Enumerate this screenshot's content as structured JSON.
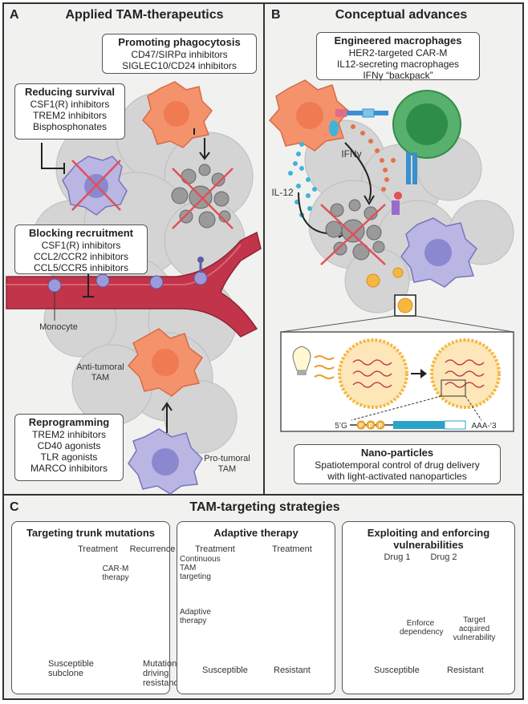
{
  "panelA": {
    "letter": "A",
    "title": "Applied TAM-therapeutics",
    "phagocytosis": {
      "heading": "Promoting phagocytosis",
      "lines": [
        "CD47/SIRPα inhibitors",
        "SIGLEC10/CD24 inhibitors"
      ]
    },
    "survival": {
      "heading": "Reducing survival",
      "lines": [
        "CSF1(R) inhibitors",
        "TREM2 inhibitors",
        "Bisphosphonates"
      ]
    },
    "recruitment": {
      "heading": "Blocking recruitment",
      "lines": [
        "CSF1(R) inhibitors",
        "CCL2/CCR2 inhibitors",
        "CCL5/CCR5 inhibitors"
      ]
    },
    "reprogramming": {
      "heading": "Reprogramming",
      "lines": [
        "TREM2 inhibitors",
        "CD40 agonists",
        "TLR agonists",
        "MARCO inhibitors"
      ]
    },
    "monocyte_label": "Monocyte",
    "anti_tumoral_label": "Anti-tumoral TAM",
    "pro_tumoral_label": "Pro-tumoral TAM"
  },
  "panelB": {
    "letter": "B",
    "title": "Conceptual advances",
    "engineered": {
      "heading": "Engineered macrophages",
      "lines": [
        "HER2-targeted CAR-M",
        "IL12-secreting macrophages",
        "IFNγ “backpack”"
      ]
    },
    "ifng_label": "IFNγ",
    "il12_label": "IL-12",
    "mrna_5": "5’G",
    "mrna_3": "AAA-‘3",
    "ppp": [
      "P",
      "P",
      "P"
    ],
    "nano": {
      "heading": "Nano-particles",
      "lines": [
        "Spatiotemporal control of drug delivery",
        "with light-activated nanoparticles"
      ]
    }
  },
  "panelC": {
    "letter": "C",
    "title": "TAM-targeting strategies",
    "trunk": {
      "title": "Targeting trunk mutations",
      "treatment": "Treatment",
      "recurrence": "Recurrence",
      "carm": "CAR-M therapy",
      "legend_susceptible": "Susceptible subclone",
      "legend_mutation": "Mutation driving resistance"
    },
    "adaptive": {
      "title": "Adaptive therapy",
      "treatment1": "Treatment",
      "treatment2": "Treatment",
      "continuous": "Continuous TAM targeting",
      "adaptive_label": "Adaptive therapy",
      "legend_susceptible": "Susceptible",
      "legend_resistant": "Resistant"
    },
    "exploit": {
      "title": "Exploiting and enforcing vulnerabilities",
      "drug1": "Drug 1",
      "drug2": "Drug 2",
      "enforce": "Enforce dependency",
      "target": "Target acquired vulnerability",
      "legend_susceptible": "Susceptible",
      "legend_resistant": "Resistant"
    }
  },
  "colors": {
    "macrophage_orange": "#f4926c",
    "macrophage_purple": "#b9b6e3",
    "vessel_red": "#c2344a",
    "cross_red": "#e0505a",
    "tcell_green": "#2f8d4a",
    "il12_blue": "#3fb4d6",
    "ifng_orange": "#e8704a",
    "nano_gold": "#f5b740",
    "susceptible_blue": "#8fd0e6",
    "resistant_tan": "#e6d7a6",
    "pink": "#f7c6cf",
    "green": "#b9dba2"
  }
}
